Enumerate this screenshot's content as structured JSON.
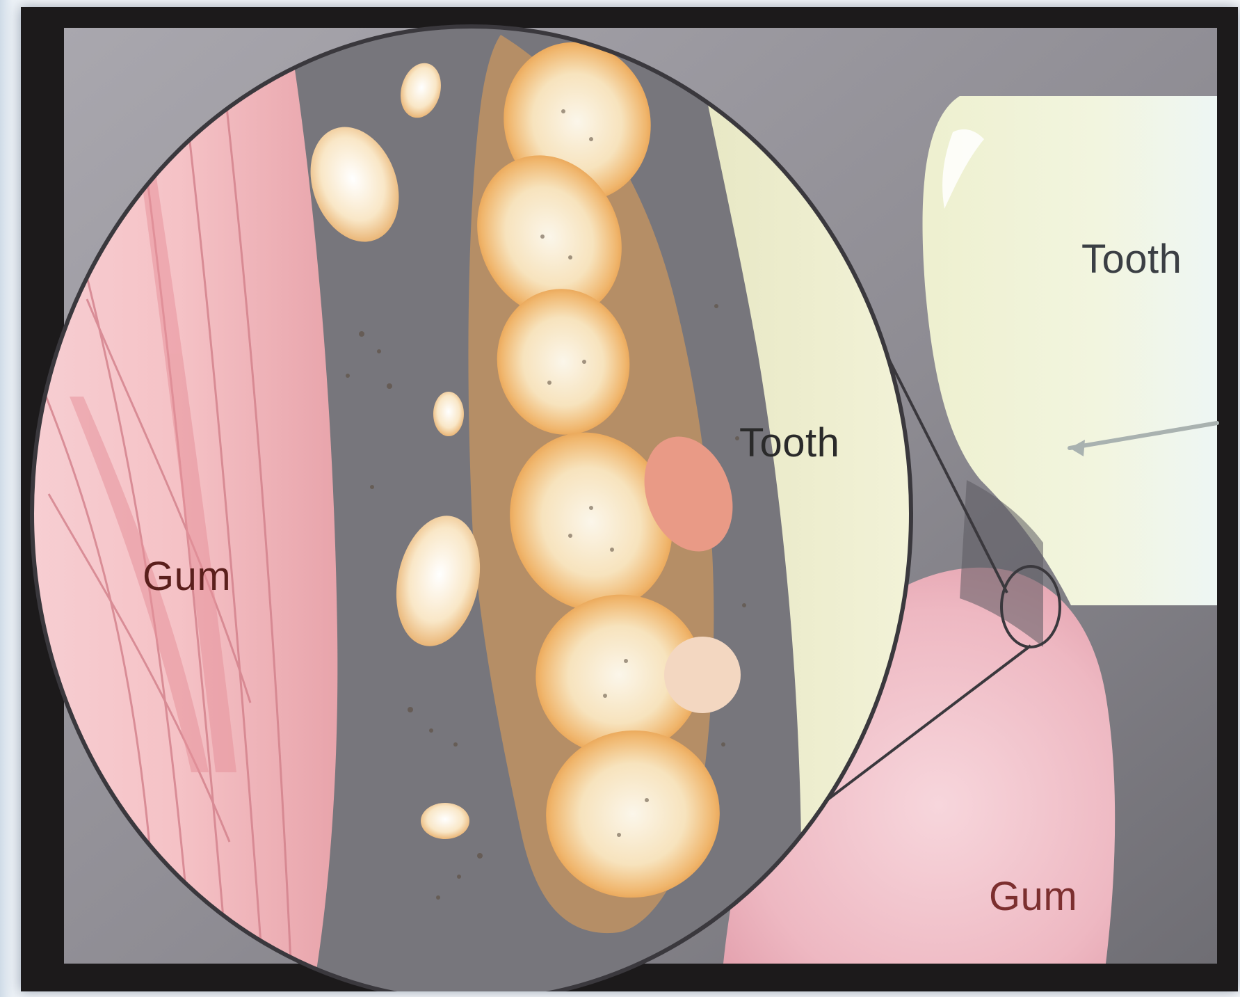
{
  "labels": {
    "gum_zoom": "Gum",
    "tooth_zoom": "Tooth",
    "tooth_main": "Tooth",
    "gum_main": "Gum"
  },
  "colors": {
    "frame": "#1c1a1b",
    "background_gray": "#8b8a90",
    "gum_pink": "#f2bcc4",
    "tooth_cream": "#eef2d8",
    "plaque_orange": "#f2b46c"
  }
}
